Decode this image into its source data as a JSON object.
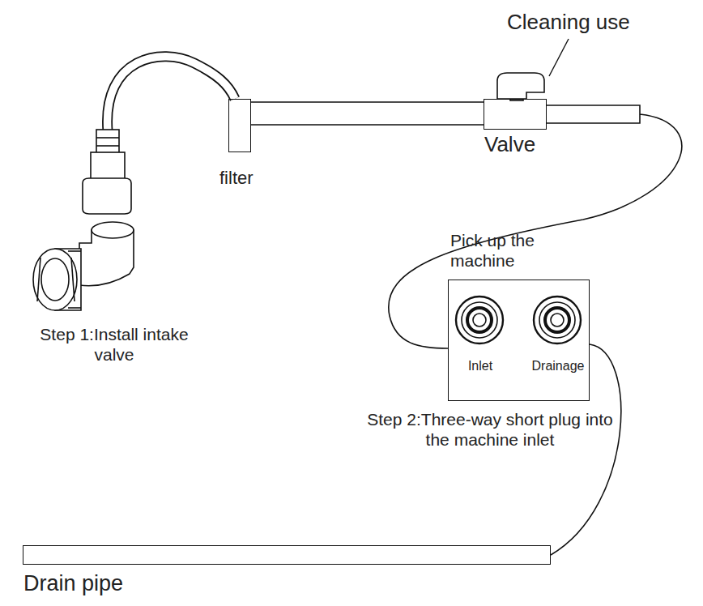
{
  "diagram": {
    "nodes": [
      {
        "text": [
          "filter"
        ]
      },
      {
        "text": [
          "Valve"
        ]
      },
      {
        "text": [
          "Pick up the machine",
          "Inlet",
          "Drainage"
        ]
      },
      {
        "text": [
          "Drain pipe"
        ]
      }
    ],
    "edges": [
      {
        "from": 0,
        "to": 1,
        "arrow": "none"
      },
      {
        "from": 1,
        "to": 2,
        "arrow": "none"
      },
      {
        "from": 2,
        "to": 3,
        "arrow": "none"
      }
    ],
    "labels": [
      "Cleaning use",
      "Step 1:Install intake valve",
      "Step 2:Three-way short plug into the machine inlet"
    ]
  }
}
